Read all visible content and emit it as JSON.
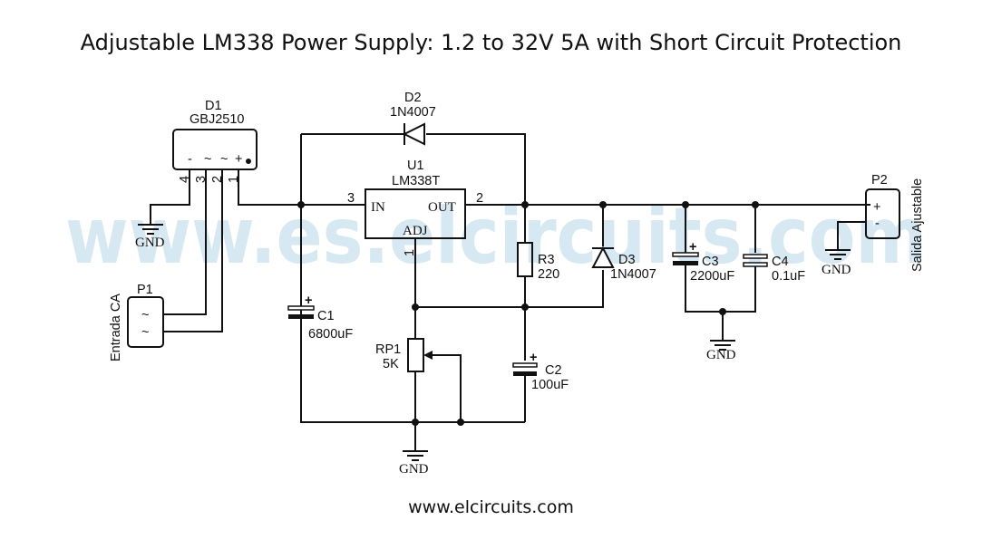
{
  "title": "Adjustable LM338 Power Supply: 1.2 to 32V 5A with Short Circuit Protection",
  "footer": "www.elcircuits.com",
  "watermark": "www.es.elcircuits.com",
  "components": {
    "d1": {
      "ref": "D1",
      "value": "GBJ2510",
      "pins": [
        "4",
        "3",
        "2",
        "1"
      ],
      "pin_marks": [
        "-",
        "~",
        "~",
        "+"
      ]
    },
    "d2": {
      "ref": "D2",
      "value": "1N4007"
    },
    "u1": {
      "ref": "U1",
      "value": "LM338T",
      "pin_in": "IN",
      "pin_out": "OUT",
      "pin_adj": "ADJ",
      "pin_in_num": "3",
      "pin_out_num": "2",
      "pin_adj_num": "1"
    },
    "r3": {
      "ref": "R3",
      "value": "220"
    },
    "d3": {
      "ref": "D3",
      "value": "1N4007"
    },
    "c1": {
      "ref": "C1",
      "value": "6800uF"
    },
    "c2": {
      "ref": "C2",
      "value": "100uF"
    },
    "c3": {
      "ref": "C3",
      "value": "2200uF"
    },
    "c4": {
      "ref": "C4",
      "value": "0.1uF"
    },
    "rp1": {
      "ref": "RP1",
      "value": "5K"
    },
    "p1": {
      "ref": "P1",
      "label": "Entrada CA",
      "pins": [
        "~",
        "~"
      ]
    },
    "p2": {
      "ref": "P2",
      "label": "Salida Ajustable",
      "pins": [
        "+",
        "-"
      ]
    }
  },
  "gnd_label": "GND",
  "polarity_plus": "+"
}
